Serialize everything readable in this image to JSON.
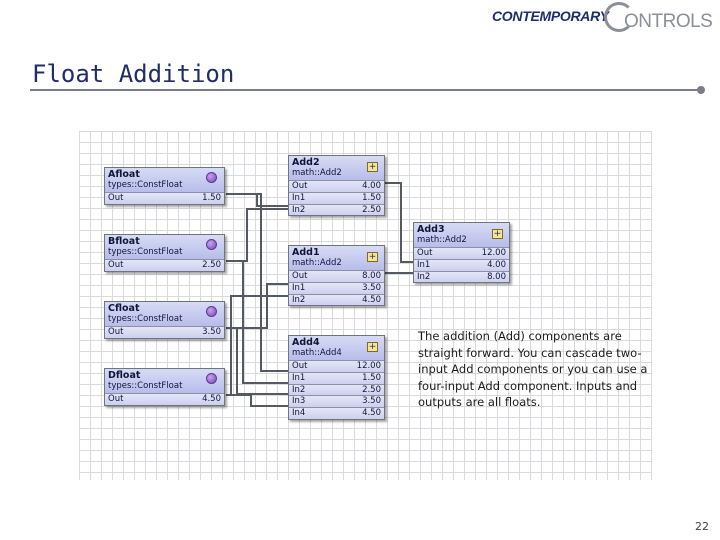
{
  "logo": {
    "left": "CONTEMPORARY",
    "right": "ONTROLS"
  },
  "title": "Float Addition",
  "page_number": "22",
  "description": "The addition (Add) components are straight forward.  You can cascade two-input Add components or you can use a four-input Add component.  Inputs and outputs are all floats.",
  "colors": {
    "title": "#1f2d6b",
    "block_header": "#b7bdea",
    "wire": "#555a62",
    "status_dot": "#7a45bd"
  },
  "blocks": [
    {
      "name": "Afloat",
      "type": "types::ConstFloat",
      "slots": [
        {
          "label": "Out",
          "value": "1.50"
        }
      ]
    },
    {
      "name": "Bfloat",
      "type": "types::ConstFloat",
      "slots": [
        {
          "label": "Out",
          "value": "2.50"
        }
      ]
    },
    {
      "name": "Cfloat",
      "type": "types::ConstFloat",
      "slots": [
        {
          "label": "Out",
          "value": "3.50"
        }
      ]
    },
    {
      "name": "Dfloat",
      "type": "types::ConstFloat",
      "slots": [
        {
          "label": "Out",
          "value": "4.50"
        }
      ]
    },
    {
      "name": "Add2",
      "type": "math::Add2",
      "slots": [
        {
          "label": "Out",
          "value": "4.00"
        },
        {
          "label": "In1",
          "value": "1.50"
        },
        {
          "label": "In2",
          "value": "2.50"
        }
      ]
    },
    {
      "name": "Add1",
      "type": "math::Add2",
      "slots": [
        {
          "label": "Out",
          "value": "8.00"
        },
        {
          "label": "In1",
          "value": "3.50"
        },
        {
          "label": "In2",
          "value": "4.50"
        }
      ]
    },
    {
      "name": "Add3",
      "type": "math::Add2",
      "slots": [
        {
          "label": "Out",
          "value": "12.00"
        },
        {
          "label": "In1",
          "value": "4.00"
        },
        {
          "label": "In2",
          "value": "8.00"
        }
      ]
    },
    {
      "name": "Add4",
      "type": "math::Add4",
      "slots": [
        {
          "label": "Out",
          "value": "12.00"
        },
        {
          "label": "In1",
          "value": "1.50"
        },
        {
          "label": "In2",
          "value": "2.50"
        },
        {
          "label": "In3",
          "value": "3.50"
        },
        {
          "label": "In4",
          "value": "4.50"
        }
      ]
    }
  ]
}
